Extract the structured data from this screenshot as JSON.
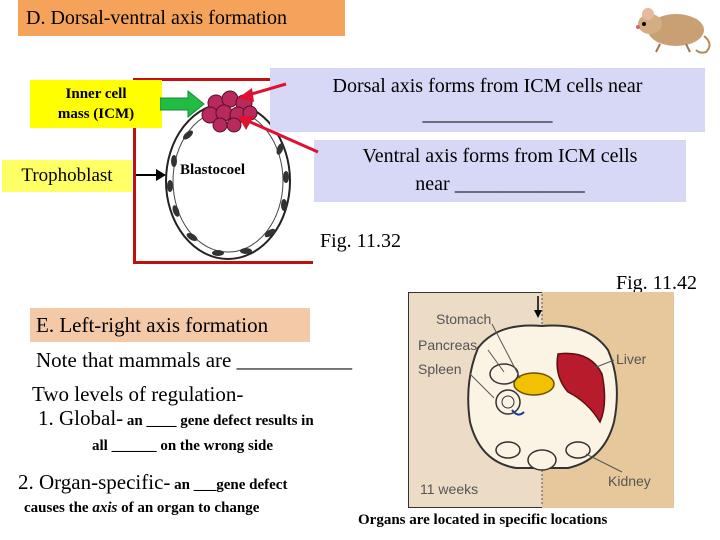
{
  "slide": {
    "title": "D. Dorsal-ventral axis formation",
    "icm_label_line1": "Inner cell",
    "icm_label_line2": "mass (ICM)",
    "trophoblast_label": "Trophoblast",
    "blastocoel_label": "Blastocoel",
    "dorsal_line1": "Dorsal axis forms from ICM cells near",
    "dorsal_line2": "_____________",
    "ventral_line1": "Ventral axis forms from ICM cells",
    "ventral_line2": "near _____________",
    "fig_1": "Fig. 11.32",
    "fig_2": "Fig. 11.42",
    "lr_title": "E. Left-right axis formation",
    "note": "Note that mammals are ___________",
    "two_levels": "Two levels of regulation-",
    "global_prefix": "1. Global-",
    "global_small": " an ____ gene defect results in",
    "global_line2": "all ______ on the wrong side",
    "organ_prefix": "2. Organ-specific-",
    "organ_small": " an ___gene defect",
    "organ_line2_a": "causes the ",
    "organ_line2_axis": "axis",
    "organ_line2_b": " of an organ to change",
    "caption": "Organs are located in specific locations"
  },
  "embryo_labels": {
    "stomach": "Stomach",
    "pancreas": "Pancreas",
    "spleen": "Spleen",
    "liver": "Liver",
    "kidney": "Kidney",
    "age": "11 weeks"
  },
  "colors": {
    "title_bg": "#f5a25a",
    "icm_bg": "#ffff00",
    "text_box_bg": "#d6d8f6",
    "arrow_green": "#22bb44",
    "arrow_red": "#e01030",
    "liver": "#b81c2c",
    "stomach": "#f2c200"
  }
}
